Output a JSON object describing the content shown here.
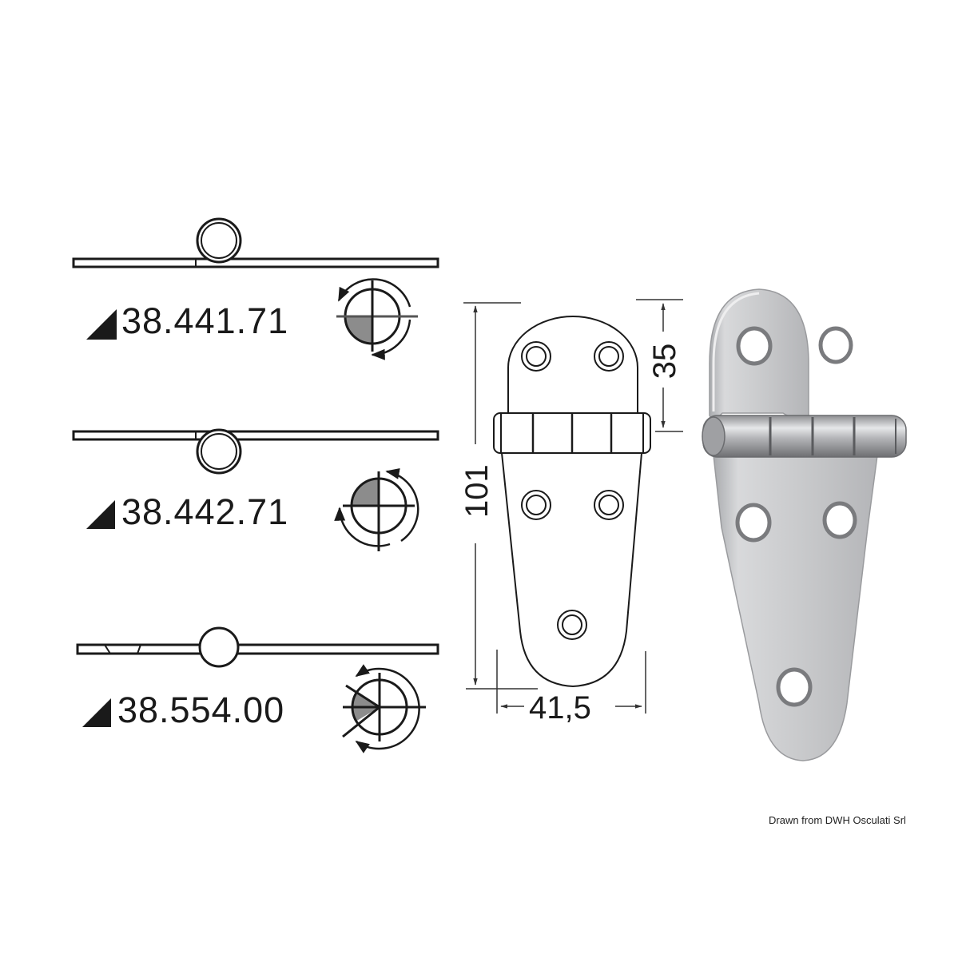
{
  "diagram": {
    "title": "Hinge technical drawing",
    "variants": [
      {
        "code": "38.441.71",
        "profile": "pin-above",
        "rotation_icon": "rotation-quadrant-bottom-left"
      },
      {
        "code": "38.442.71",
        "profile": "pin-below",
        "rotation_icon": "rotation-quadrant-top-left"
      },
      {
        "code": "38.554.00",
        "profile": "pin-center",
        "rotation_icon": "rotation-sector-left"
      }
    ],
    "dimensions": {
      "height": "101",
      "top_leaf_height": "35",
      "width": "41,5"
    },
    "colors": {
      "line": "#1a1a1a",
      "shading": "#8c8c8c",
      "metal": "#c9cacc"
    },
    "credit": "Drawn from DWH Osculati Srl"
  }
}
